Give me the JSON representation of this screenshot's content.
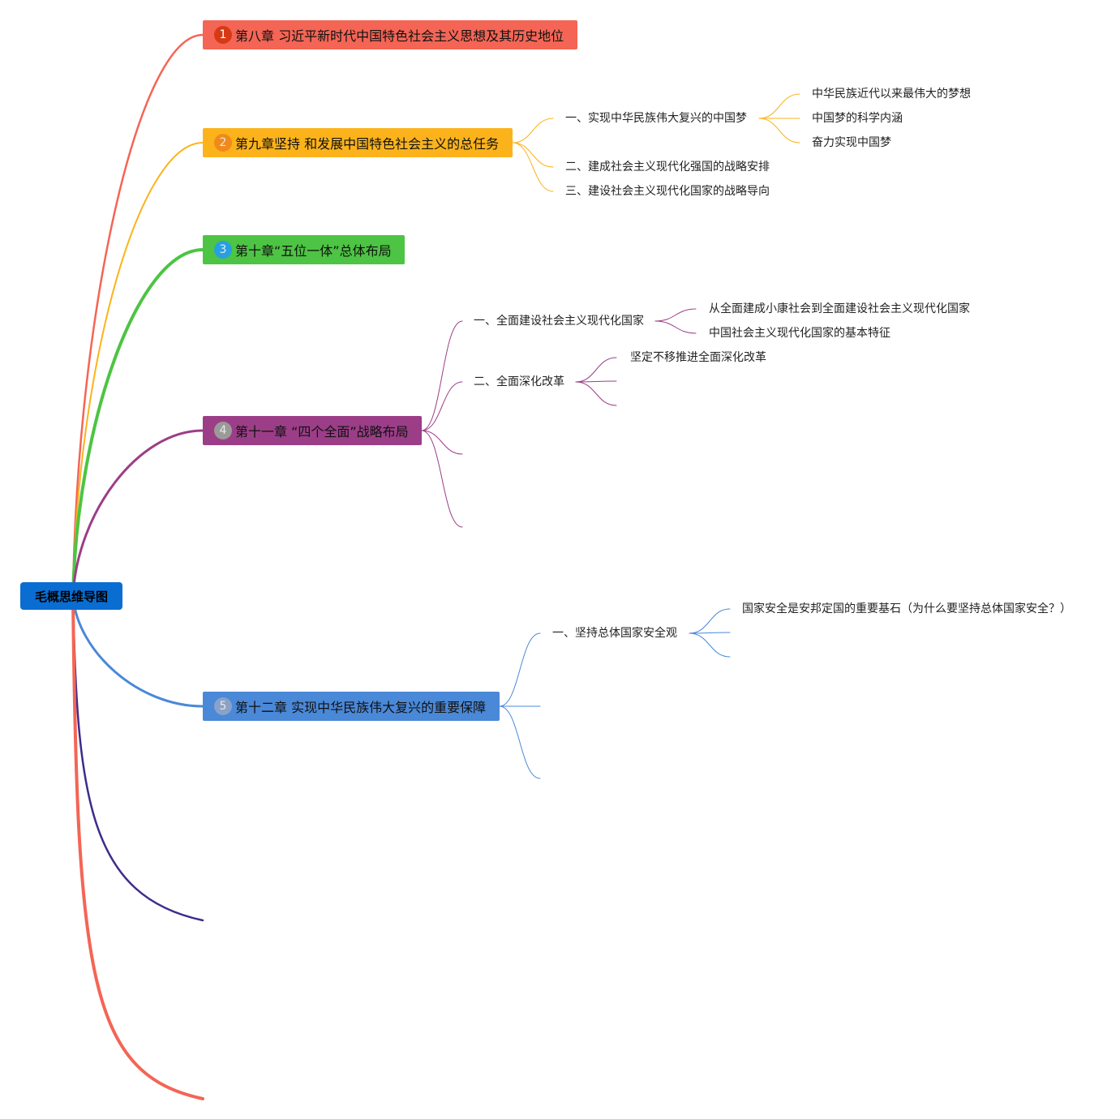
{
  "colors": {
    "root": "#0a6dd1",
    "ch8": "#f46555",
    "ch9": "#fcb31b",
    "ch10": "#4dc443",
    "ch11": "#9b3e87",
    "ch12": "#4a88d8",
    "extra1": "#3f2b8a",
    "extra2": "#f46555"
  },
  "root": {
    "label": "毛概思维导图"
  },
  "chapters": [
    {
      "num": "1",
      "label": "第八章 习近平新时代中国特色社会主义思想及其历史地位"
    },
    {
      "num": "2",
      "label": "第九章坚持 和发展中国特色社会主义的总任务"
    },
    {
      "num": "3",
      "label": "第十章“五位一体”总体布局"
    },
    {
      "num": "4",
      "label": "第十一章 “四个全面”战略布局"
    },
    {
      "num": "5",
      "label": "第十二章 实现中华民族伟大复兴的重要保障"
    }
  ],
  "ch9": {
    "sections": [
      "一、实现中华民族伟大复兴的中国梦",
      "二、建成社会主义现代化强国的战略安排",
      "三、建设社会主义现代化国家的战略导向"
    ],
    "dream": [
      "中华民族近代以来最伟大的梦想",
      "中国梦的科学内涵",
      "奋力实现中国梦"
    ]
  },
  "ch11": {
    "sections": [
      "一、全面建设社会主义现代化国家",
      "二、全面深化改革"
    ],
    "modern": [
      "从全面建成小康社会到全面建设社会主义现代化国家",
      "中国社会主义现代化国家的基本特征"
    ],
    "reform": [
      "坚定不移推进全面深化改革"
    ]
  },
  "ch12": {
    "sections": [
      "一、坚持总体国家安全观"
    ],
    "security": [
      "国家安全是安邦定国的重要基石（为什么要坚持总体国家安全？）"
    ]
  }
}
